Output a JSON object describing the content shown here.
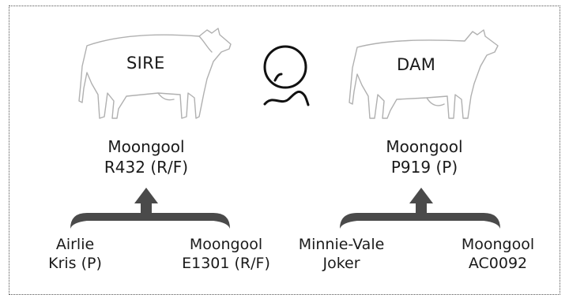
{
  "diagram": {
    "sire": {
      "label": "SIRE",
      "name_line1": "Moongool",
      "name_line2": "R432 (R/F)",
      "parents": [
        {
          "line1": "Airlie",
          "line2": "Kris (P)"
        },
        {
          "line1": "Moongool",
          "line2": "E1301 (R/F)"
        }
      ]
    },
    "dam": {
      "label": "DAM",
      "name_line1": "Moongool",
      "name_line2": "P919 (P)",
      "parents": [
        {
          "line1": "Minnie-Vale",
          "line2": "Joker"
        },
        {
          "line1": "Moongool",
          "line2": "AC0092"
        }
      ]
    },
    "poll_symbol": {
      "letter": "P",
      "icon": "polled-symbol-icon"
    },
    "colors": {
      "outline": "#b0b0b0",
      "arrow": "#4a4a4a",
      "text": "#1a1a1a"
    }
  }
}
